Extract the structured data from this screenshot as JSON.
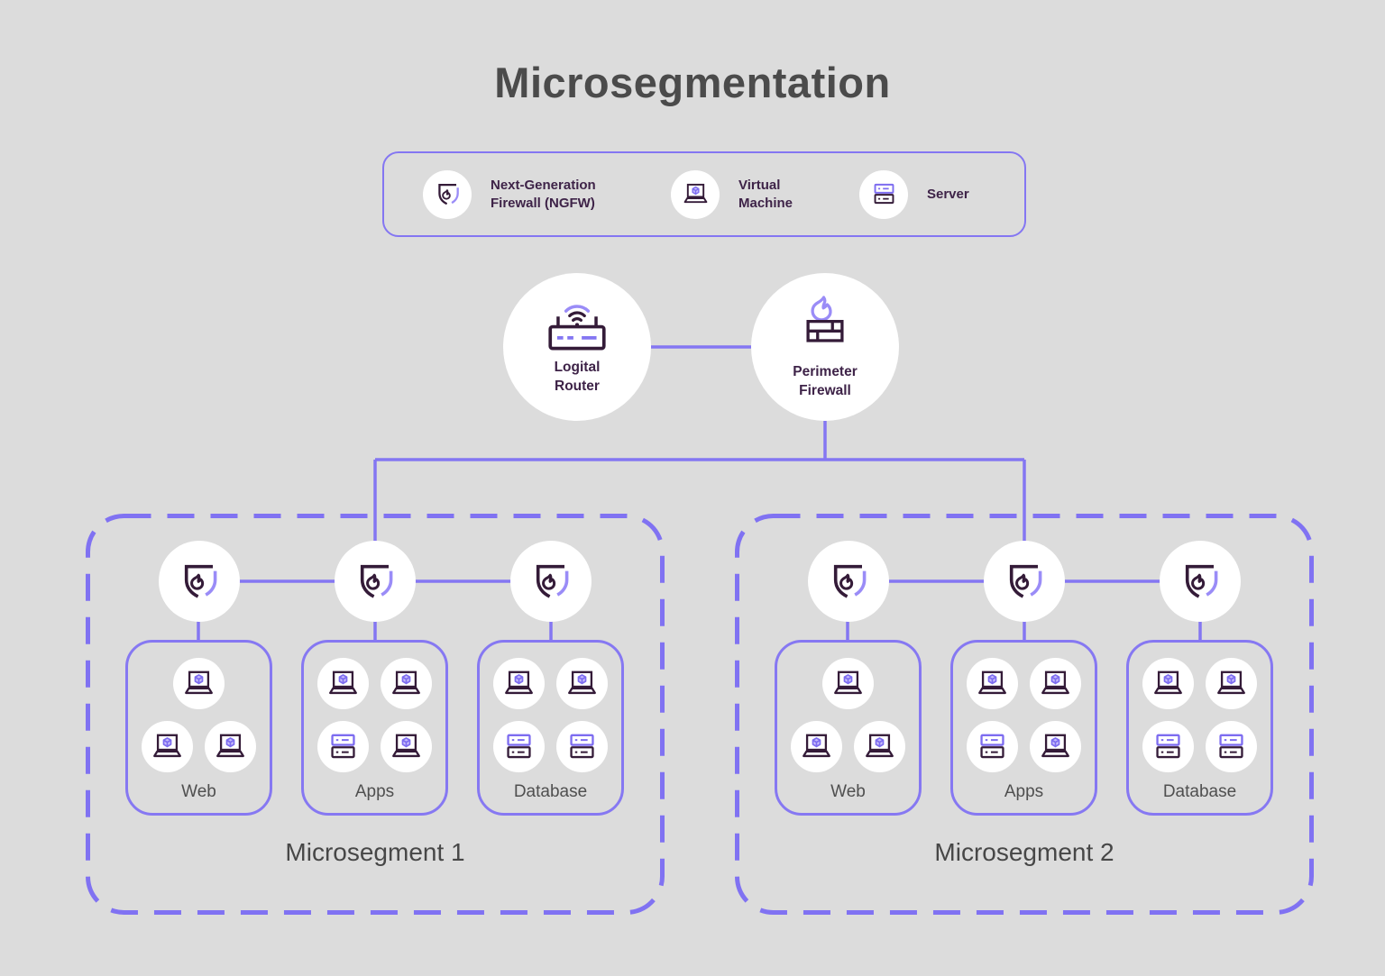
{
  "title": "Microsegmentation",
  "colors": {
    "background": "#dcdcdc",
    "line_purple": "#8476f2",
    "icon_purple": "#7d6cf0",
    "accent_light_purple": "#9a8cf7",
    "icon_dark": "#341b38",
    "label_dark_purple": "#3e2348",
    "text_gray": "#4b4b4b",
    "node_background": "#ffffff"
  },
  "legend": {
    "items": [
      {
        "icon": "ngfw-shield-icon",
        "label": "Next-Generation Firewall (NGFW)"
      },
      {
        "icon": "virtual-machine-icon",
        "label": "Virtual Machine"
      },
      {
        "icon": "server-icon",
        "label": "Server"
      }
    ]
  },
  "core": {
    "router": {
      "label": "Logital Router",
      "icon": "wifi-router-icon"
    },
    "firewall": {
      "label": "Perimeter Firewall",
      "icon": "firewall-brick-flame-icon"
    }
  },
  "segments": [
    {
      "label": "Microsegment 1",
      "groups": [
        {
          "label": "Web",
          "devices": [
            "vm",
            "vm",
            "vm"
          ]
        },
        {
          "label": "Apps",
          "devices": [
            "vm",
            "vm",
            "server",
            "vm"
          ]
        },
        {
          "label": "Database",
          "devices": [
            "vm",
            "vm",
            "server",
            "server"
          ]
        }
      ]
    },
    {
      "label": "Microsegment 2",
      "groups": [
        {
          "label": "Web",
          "devices": [
            "vm",
            "vm",
            "vm"
          ]
        },
        {
          "label": "Apps",
          "devices": [
            "vm",
            "vm",
            "server",
            "vm"
          ]
        },
        {
          "label": "Database",
          "devices": [
            "vm",
            "vm",
            "server",
            "server"
          ]
        }
      ]
    }
  ]
}
